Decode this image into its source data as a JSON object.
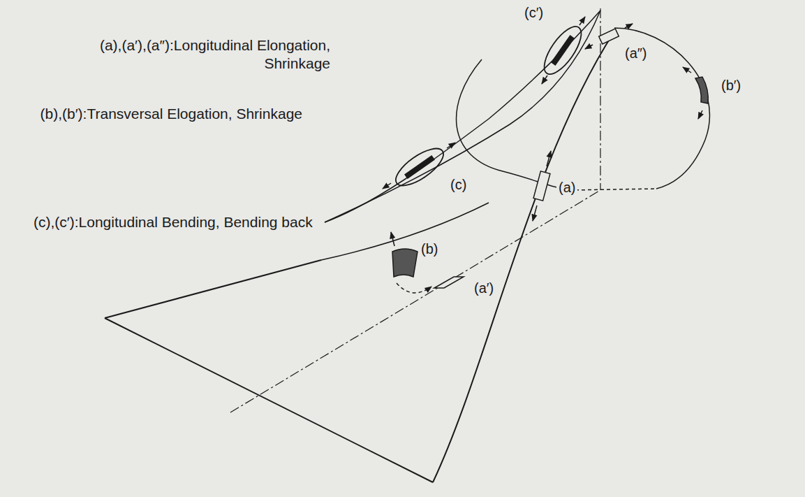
{
  "diagram": {
    "labels": [
      "(a),(a′),(a″):Longitudinal Elongation, Shrinkage",
      "(b),(b′):Transversal Elogation, Shrinkage",
      "(c),(c′):Longitudinal Bending, Bending back",
      "(c′)",
      "(a″)",
      "(b′)",
      "(c)",
      "(a)",
      "(b)",
      "(a′)"
    ]
  }
}
